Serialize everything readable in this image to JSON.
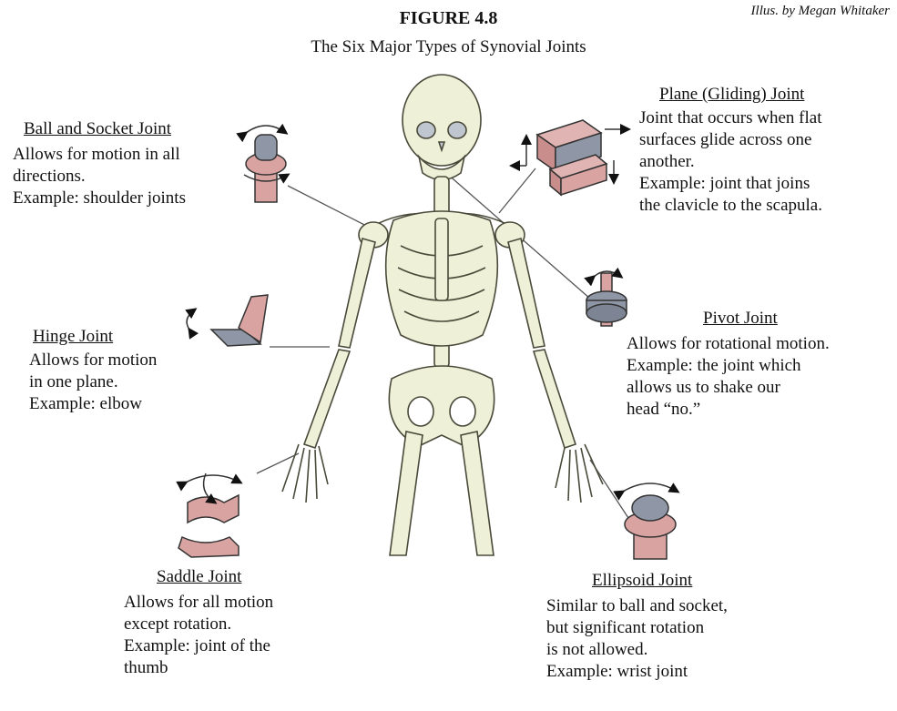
{
  "figure": {
    "number": "FIGURE 4.8",
    "subtitle": "The Six Major Types of Synovial Joints",
    "credit": "Illus. by Megan Whitaker"
  },
  "joints": {
    "ball_socket": {
      "name": "Ball and Socket Joint",
      "lines": [
        "Allows for motion in all",
        "directions.",
        "Example: shoulder joints"
      ]
    },
    "plane": {
      "name": "Plane (Gliding) Joint",
      "lines": [
        "Joint that occurs when flat",
        "surfaces glide across one",
        "another.",
        "Example: joint that joins",
        "the clavicle to the scapula."
      ]
    },
    "hinge": {
      "name": "Hinge Joint",
      "lines": [
        "Allows for motion",
        "in one plane.",
        "Example: elbow"
      ]
    },
    "pivot": {
      "name": "Pivot Joint",
      "lines": [
        "Allows for rotational motion.",
        "Example: the joint which",
        "allows us to shake our",
        "head “no.”"
      ]
    },
    "saddle": {
      "name": "Saddle Joint",
      "lines": [
        "Allows for all motion",
        "except rotation.",
        "Example: joint of the",
        "thumb"
      ]
    },
    "ellipsoid": {
      "name": "Ellipsoid Joint",
      "lines": [
        "Similar to ball and socket,",
        "but significant rotation",
        "is not allowed.",
        "Example: wrist joint"
      ]
    }
  },
  "colors": {
    "bone": "#eef0d8",
    "bone_outline": "#4a4a3a",
    "joint_pink": "#d9a3a1",
    "joint_gray": "#8f97a6",
    "leader": "#555555"
  }
}
